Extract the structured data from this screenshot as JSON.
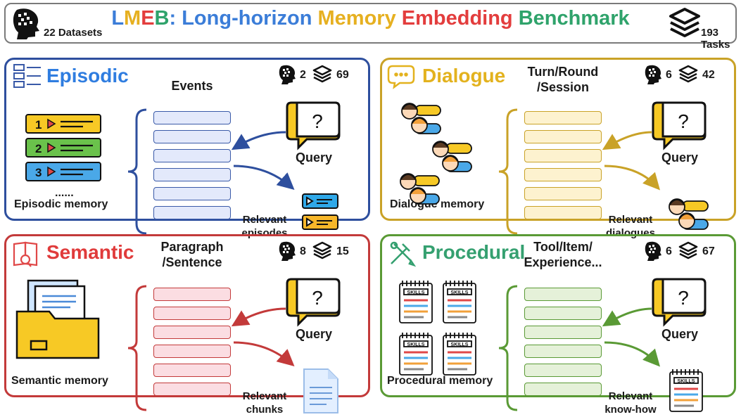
{
  "header": {
    "title_parts": [
      {
        "text": "L",
        "color": "#3b7dd8"
      },
      {
        "text": "M",
        "color": "#e6b020"
      },
      {
        "text": "E",
        "color": "#e33d3d"
      },
      {
        "text": "B",
        "color": "#2fa36b"
      },
      {
        "text": ": ",
        "color": "#3b7dd8"
      },
      {
        "text": "Long-horizon ",
        "color": "#3b7dd8"
      },
      {
        "text": "Memory ",
        "color": "#e6b020"
      },
      {
        "text": "Embedding ",
        "color": "#e33d3d"
      },
      {
        "text": "Benchmark",
        "color": "#2fa36b"
      }
    ],
    "datasets": "22 Datasets",
    "tasks": "193 Tasks"
  },
  "panels": {
    "episodic": {
      "title": "Episodic",
      "color": "#2e4f9e",
      "title_color": "#2f7de0",
      "bar_fill": "#e3e9fb",
      "bar_stroke": "#3a5aa8",
      "column_label": "Events",
      "datasets": "2",
      "tasks": "69",
      "query": "Query",
      "relevant": "Relevant\nepisodes",
      "memory_label": "Episodic memory",
      "ellipsis": "......",
      "items": [
        "1",
        "2",
        "3"
      ]
    },
    "dialogue": {
      "title": "Dialogue",
      "color": "#c9a227",
      "title_color": "#e3b21e",
      "bar_fill": "#fdf2cf",
      "bar_stroke": "#c9a227",
      "column_label": "Turn/Round\n/Session",
      "datasets": "6",
      "tasks": "42",
      "query": "Query",
      "relevant": "Relevant\ndialogues",
      "memory_label": "Dialogue memory"
    },
    "semantic": {
      "title": "Semantic",
      "color": "#c33a3a",
      "title_color": "#e03b3b",
      "bar_fill": "#fbdde2",
      "bar_stroke": "#c33a3a",
      "column_label": "Paragraph\n/Sentence",
      "datasets": "8",
      "tasks": "15",
      "query": "Query",
      "relevant": "Relevant\nchunks",
      "memory_label": "Semantic memory"
    },
    "procedural": {
      "title": "Procedural",
      "color": "#5a9a35",
      "title_color": "#35a070",
      "bar_fill": "#e5f1d9",
      "bar_stroke": "#5a9a35",
      "column_label": "Tool/Item/\nExperience...",
      "datasets": "6",
      "tasks": "67",
      "query": "Query",
      "relevant": "Relevant\nknow-how",
      "memory_label": "Procedural memory",
      "skills_label": "SKILLS"
    }
  },
  "icons": {
    "datasets": "head-icon",
    "tasks": "layers-icon",
    "query": "question-bubble-icon"
  }
}
